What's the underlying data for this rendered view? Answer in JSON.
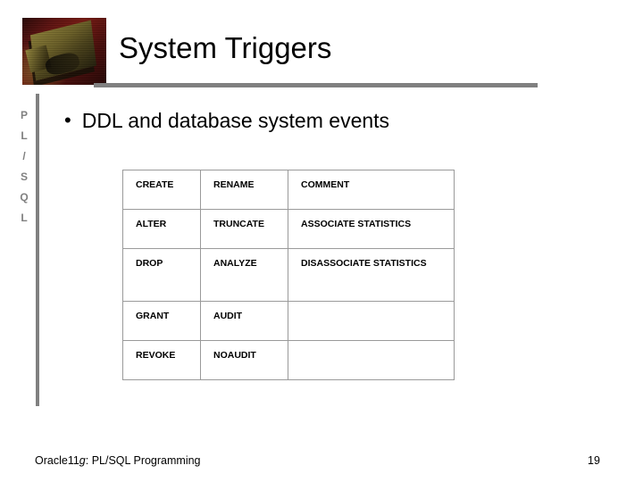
{
  "slide": {
    "title": "System Triggers",
    "side_label_letters": [
      "P",
      "L",
      "/",
      "S",
      "Q",
      "L"
    ],
    "side_label_text": "PL/SQL",
    "bullet_marker": "•",
    "bullet_text": "DDL and database system events"
  },
  "table": {
    "columns": 3,
    "rows": [
      [
        "CREATE",
        "RENAME",
        "COMMENT"
      ],
      [
        "ALTER",
        "TRUNCATE",
        "ASSOCIATE STATISTICS"
      ],
      [
        "DROP",
        "ANALYZE",
        "DISASSOCIATE STATISTICS"
      ],
      [
        "GRANT",
        "AUDIT",
        ""
      ],
      [
        "REVOKE",
        "NOAUDIT",
        ""
      ]
    ]
  },
  "footer": {
    "book_prefix": "Oracle11",
    "book_italic_g": "g",
    "book_suffix": ": PL/SQL Programming",
    "full_text": "Oracle11g: PL/SQL Programming",
    "page_number": "19"
  },
  "colors": {
    "rule_gray": "#808080",
    "table_border": "#9a9a9a",
    "text_black": "#000000",
    "background": "#ffffff",
    "image_maroon": "#5e1210",
    "image_gold": "#8d8038"
  },
  "images": {
    "header_decoration": "book-photo-image"
  }
}
